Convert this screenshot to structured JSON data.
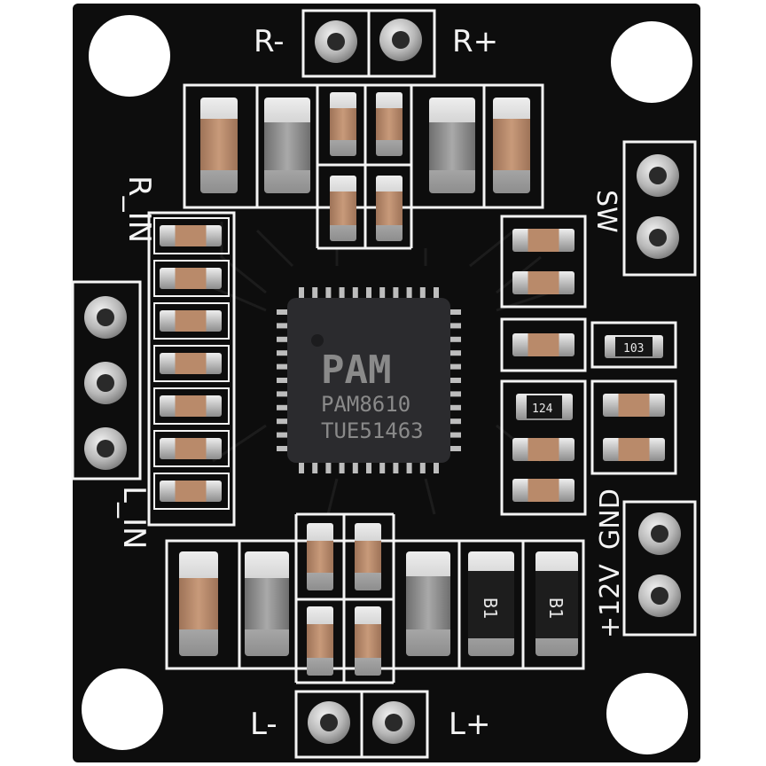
{
  "board": {
    "labels": {
      "r_minus": "R-",
      "r_plus": "R+",
      "l_minus": "L-",
      "l_plus": "L+",
      "r_in": "R_IN",
      "l_in": "L_IN",
      "sw": "SW",
      "gnd": "GND",
      "v12": "+12V"
    },
    "chip": {
      "logo": "PAM",
      "part": "PAM8610",
      "lot": "TUE51463"
    },
    "resistors": {
      "r103": "103",
      "r124": "124"
    },
    "diodes": {
      "d1": "B1",
      "d2": "B1"
    }
  },
  "colors": {
    "pcb": "#0d0d0d",
    "silkscreen": "#f4f4f4",
    "pad": "#c9c9c9",
    "cap_body": "#b98a6a",
    "hole": "#ffffff"
  }
}
